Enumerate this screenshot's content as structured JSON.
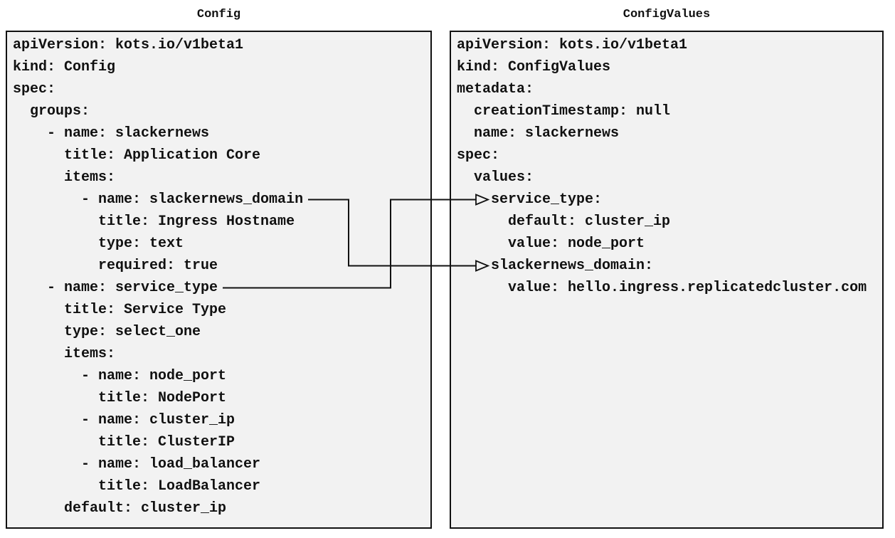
{
  "diagram": {
    "left_panel": {
      "title": "Config",
      "yaml_lines": [
        "apiVersion: kots.io/v1beta1",
        "kind: Config",
        "spec:",
        "  groups:",
        "    - name: slackernews",
        "      title: Application Core",
        "      items:",
        "        - name: slackernews_domain",
        "          title: Ingress Hostname",
        "          type: text",
        "          required: true",
        "    - name: service_type",
        "      title: Service Type",
        "      type: select_one",
        "      items:",
        "        - name: node_port",
        "          title: NodePort",
        "        - name: cluster_ip",
        "          title: ClusterIP",
        "        - name: load_balancer",
        "          title: LoadBalancer",
        "      default: cluster_ip"
      ]
    },
    "right_panel": {
      "title": "ConfigValues",
      "yaml_lines": [
        "apiVersion: kots.io/v1beta1",
        "kind: ConfigValues",
        "metadata:",
        "  creationTimestamp: null",
        "  name: slackernews",
        "spec:",
        "  values:",
        "    service_type:",
        "      default: cluster_ip",
        "      value: node_port",
        "    slackernews_domain:",
        "      value: hello.ingress.replicatedcluster.com"
      ]
    },
    "connections": [
      {
        "from": "Config item slackernews_domain",
        "to": "ConfigValues value slackernews_domain"
      },
      {
        "from": "Config item service_type",
        "to": "ConfigValues value service_type"
      }
    ],
    "colors": {
      "box_fill": "#f2f2f2",
      "line_color": "#111111",
      "background": "#ffffff"
    }
  }
}
